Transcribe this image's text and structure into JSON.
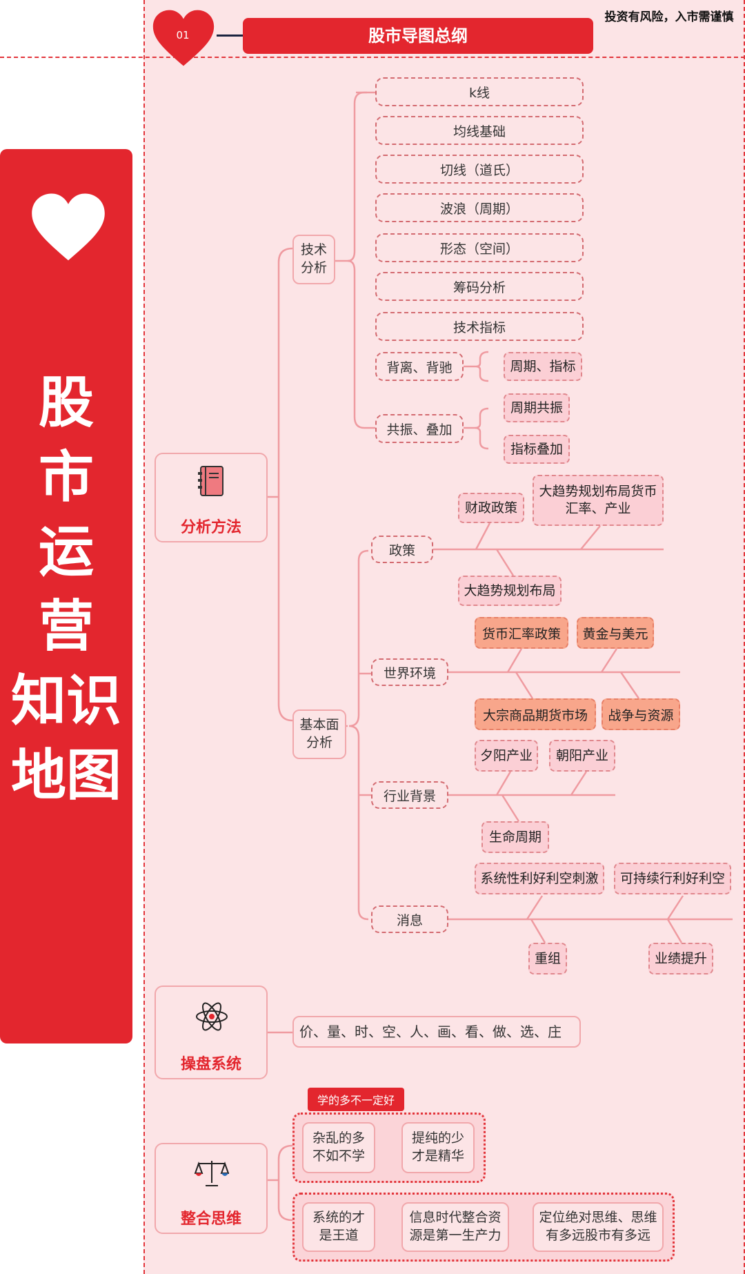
{
  "header": {
    "number": "01",
    "title": "股市导图总纲",
    "warning": "投资有风险，入市需谨慎"
  },
  "sidebar": {
    "title_chars": [
      "股",
      "市",
      "运",
      "营",
      "知识",
      "地图"
    ]
  },
  "categories": {
    "analysis": {
      "label": "分析方法",
      "icon": "notebook-icon"
    },
    "trading": {
      "label": "操盘系统",
      "icon": "atom-icon"
    },
    "integration": {
      "label": "整合思维",
      "icon": "balance-scale-icon"
    }
  },
  "technical": {
    "label": "技术\n分析",
    "items": [
      "k线",
      "均线基础",
      "切线（道氏）",
      "波浪（周期）",
      "形态（空间）",
      "筹码分析",
      "技术指标"
    ],
    "divergence": {
      "label": "背离、背驰",
      "children": [
        "周期、指标"
      ]
    },
    "resonance": {
      "label": "共振、叠加",
      "children": [
        "周期共振",
        "指标叠加"
      ]
    }
  },
  "fundamental": {
    "label": "基本面\n分析",
    "policy": {
      "label": "政策",
      "top": [
        "财政政策",
        "大趋势规划布局货币\n汇率、产业"
      ],
      "bottom": [
        "大趋势规划布局"
      ]
    },
    "world": {
      "label": "世界环境",
      "top": [
        "货币汇率政策",
        "黄金与美元"
      ],
      "bottom": [
        "大宗商品期货市场",
        "战争与资源"
      ]
    },
    "industry": {
      "label": "行业背景",
      "top": [
        "夕阳产业",
        "朝阳产业"
      ],
      "bottom": [
        "生命周期"
      ]
    },
    "news": {
      "label": "消息",
      "top": [
        "系统性利好利空刺激",
        "可持续行利好利空"
      ],
      "bottom": [
        "重组",
        "业绩提升"
      ]
    }
  },
  "trading_system": {
    "text": "价、量、时、空、人、画、看、做、选、庄"
  },
  "integration": {
    "tag": "学的多不一定好",
    "row1": [
      "杂乱的多\n不如不学",
      "提纯的少\n才是精华"
    ],
    "row2": [
      "系统的才\n是王道",
      "信息时代整合资\n源是第一生产力",
      "定位绝对思维、思维\n有多远股市有多远"
    ]
  },
  "colors": {
    "accent": "#e3262e",
    "panel": "#fce4e6",
    "line": "#ef9aa0",
    "chip_pink": "#fbcfd5",
    "chip_orange": "#f8a68b"
  }
}
